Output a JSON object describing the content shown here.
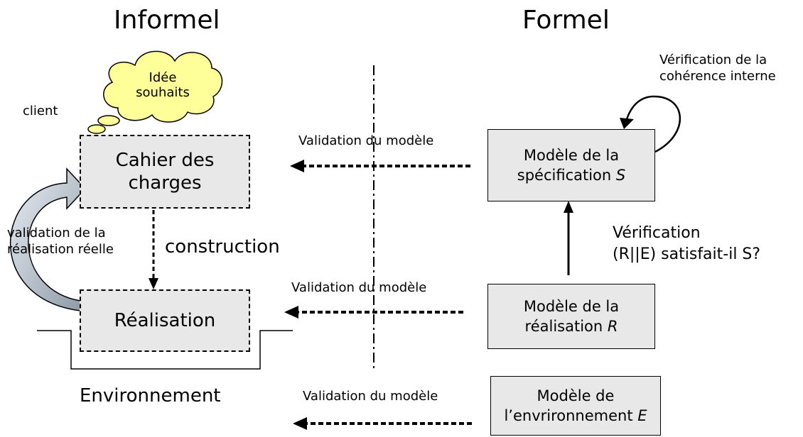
{
  "titles": {
    "informal": "Informel",
    "formal": "Formel"
  },
  "cloud": {
    "text": "Idée\nsouhaits"
  },
  "labels": {
    "client": "client",
    "construction": "construction",
    "environment": "Environnement",
    "validation_realisation": "validation de la\nréalisation réelle",
    "coherence": "Vérification de la\ncohérence interne",
    "verification_title": "Vérification",
    "verification_question": "(R||E) satisfait-il S?"
  },
  "boxes": {
    "cahier": "Cahier des\ncharges",
    "realisation": "Réalisation",
    "spec_model": {
      "line1": "Modèle de la",
      "line2_prefix": "spécification ",
      "var": "S"
    },
    "real_model": {
      "line1": "Modèle de la",
      "line2_prefix": "réalisation ",
      "var": "R"
    },
    "env_model": {
      "line1": "Modèle de",
      "line2_prefix": "l’envrironnement ",
      "var": "E"
    }
  },
  "arrows": {
    "validation_1": "Validation du modèle",
    "validation_2": "Validation du modèle",
    "validation_3": "Validation du modèle"
  }
}
